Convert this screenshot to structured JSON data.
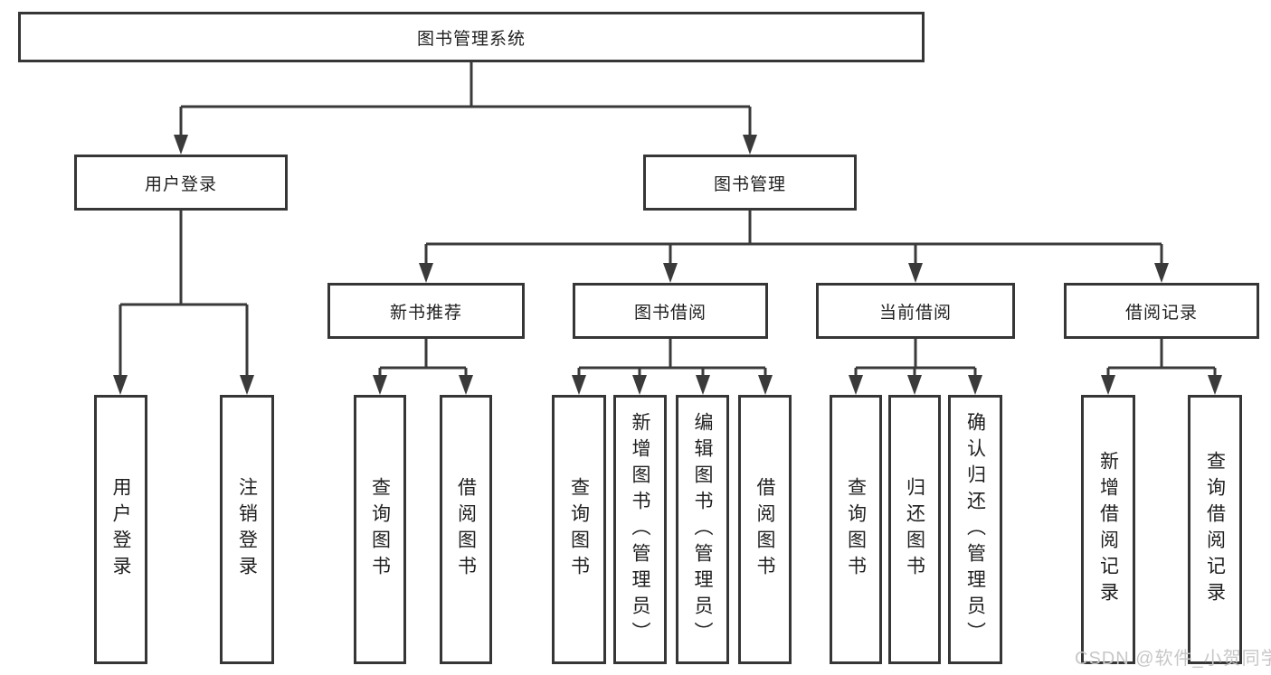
{
  "diagram": {
    "root": {
      "label": "图书管理系统"
    },
    "user_login": {
      "label": "用户登录",
      "children": [
        "用户登录",
        "注销登录"
      ]
    },
    "book_mgmt": {
      "label": "图书管理"
    },
    "modules": [
      {
        "label": "新书推荐",
        "children": [
          "查询图书",
          "借阅图书"
        ]
      },
      {
        "label": "图书借阅",
        "children": [
          "查询图书",
          "新增图书（管理员）",
          "编辑图书（管理员）",
          "借阅图书"
        ]
      },
      {
        "label": "当前借阅",
        "children": [
          "查询图书",
          "归还图书",
          "确认归还（管理员）"
        ]
      },
      {
        "label": "借阅记录",
        "children": [
          "新增借阅记录",
          "查询借阅记录"
        ]
      }
    ]
  },
  "watermark": "CSDN @软件_小贺同学",
  "colors": {
    "background": "#ffffff",
    "line": "#3a3a3a",
    "box_border": "#363636",
    "text": "#1f1f1f",
    "watermark": "#c7c7c7"
  }
}
